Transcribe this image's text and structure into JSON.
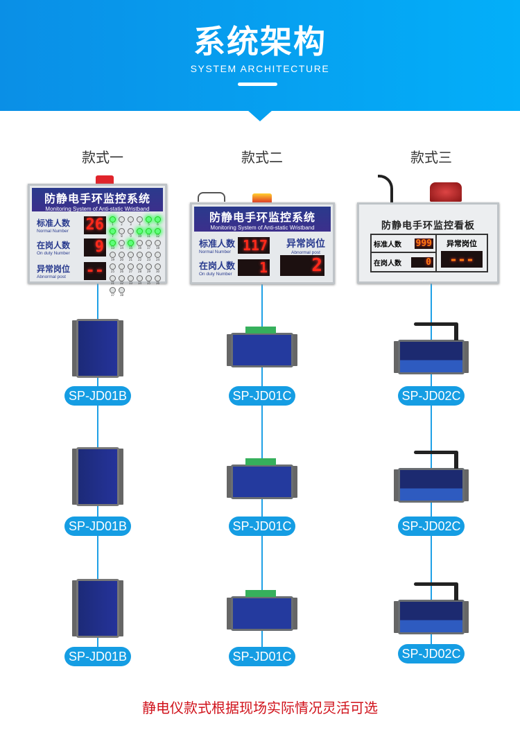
{
  "header": {
    "title": "系统架构",
    "subtitle": "SYSTEM ARCHITECTURE"
  },
  "colors": {
    "banner_start": "#0a8fe6",
    "banner_end": "#03aff9",
    "pill": "#159de3",
    "line": "#1ea0e6",
    "footer": "#d0121b"
  },
  "columns": [
    {
      "title": "款式一",
      "devices": [
        "SP-JD01B",
        "SP-JD01B",
        "SP-JD01B"
      ]
    },
    {
      "title": "款式二",
      "devices": [
        "SP-JD01C",
        "SP-JD01C",
        "SP-JD01C"
      ]
    },
    {
      "title": "款式三",
      "devices": [
        "SP-JD02C",
        "SP-JD02C",
        "SP-JD02C"
      ]
    }
  ],
  "board1": {
    "title_cn": "防静电手环监控系统",
    "title_en": "Monitoring System of Anti-static Wristband",
    "normal_cn": "标准人数",
    "normal_en": "Normal Number",
    "normal_val": "26",
    "duty_cn": "在岗人数",
    "duty_en": "On duty Number",
    "duty_val": "9",
    "abn_cn": "异常岗位",
    "abn_en": "Abnormal post",
    "abn_val": "--",
    "leds_on": [
      1,
      5,
      6,
      7,
      10,
      11,
      12,
      13,
      15
    ]
  },
  "board2": {
    "title_cn": "防静电手环监控系统",
    "title_en": "Monitoring System of Anti-static Wristband",
    "normal_cn": "标准人数",
    "normal_en": "Normal Number",
    "normal_val": "117",
    "duty_cn": "在岗人数",
    "duty_en": "On duty Number",
    "duty_val": "1",
    "abn_cn": "异常岗位",
    "abn_en": "Abnormal post",
    "abn_val": "2"
  },
  "board3": {
    "title_cn": "防静电手环监控看板",
    "normal_cn": "标准人数",
    "normal_val": "999",
    "duty_cn": "在岗人数",
    "duty_val": "0",
    "abn_cn": "异常岗位",
    "abn_val": "---"
  },
  "footer": "静电仪款式根据现场实际情况灵活可选"
}
